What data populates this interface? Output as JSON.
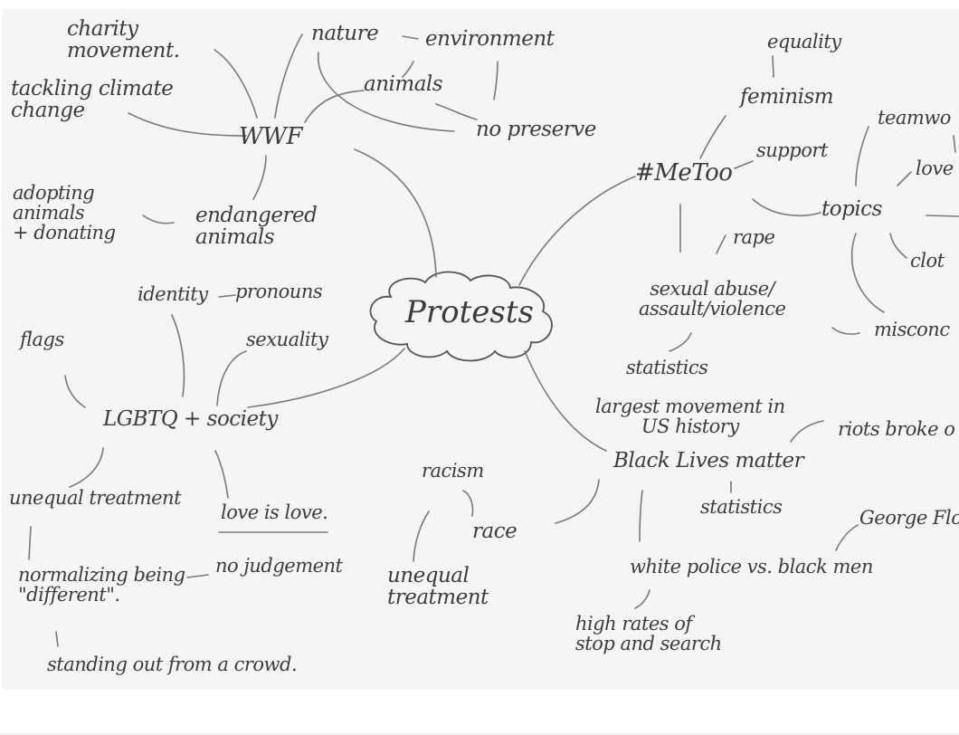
{
  "mindmap": {
    "center": "Protests",
    "wwf": {
      "hub": "WWF",
      "charity": "charity\nmovement.",
      "climate": "tackling climate\nchange",
      "nature": "nature",
      "environment": "environment",
      "animals": "animals",
      "reserve": "no preserve",
      "endangered": "endangered\nanimals",
      "adopting": "adopting\nanimals\n+ donating"
    },
    "lgbtq": {
      "hub": "LGBTQ + society",
      "identity": "identity",
      "pronouns": "pronouns",
      "sexuality": "sexuality",
      "flags": "flags",
      "unequal": "unequal treatment",
      "love": "love is love.",
      "normalizing": "normalizing being\n\"different\".",
      "nojudgement": "no judgement",
      "standing": "standing out from a crowd."
    },
    "race": {
      "racism": "racism",
      "race": "race",
      "unequal": "unequal\ntreatment"
    },
    "metoo": {
      "hub": "#MeToo",
      "equality": "equality",
      "feminism": "feminism",
      "support": "support",
      "rape": "rape",
      "abuse": "sexual abuse/\nassault/violence",
      "statistics": "statistics",
      "topics": "topics",
      "teamwork": "teamwo",
      "love": "love",
      "clothes": "clot",
      "misconceptions": "misconc"
    },
    "blm": {
      "hub": "Black Lives matter",
      "largest": "largest movement in\nUS history",
      "riots": "riots broke o",
      "statistics": "statistics",
      "george": "George Flo",
      "police": "white police vs. black men",
      "stopsearch": "high rates of\nstop and search"
    }
  }
}
